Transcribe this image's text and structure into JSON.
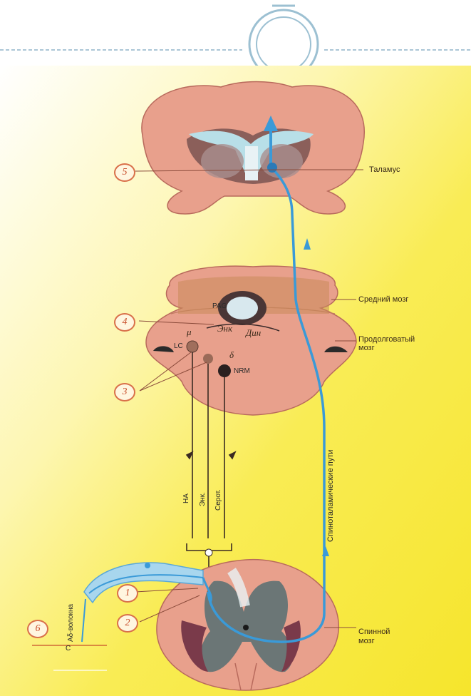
{
  "labels": {
    "thalamus": "Таламус",
    "midbrain": "Средний мозг",
    "medulla_line1": "Продолговатый",
    "medulla_line2": "мозг",
    "spinal_line1": "Спинной",
    "spinal_line2": "мозг",
    "tract": "Спиноталамические пути",
    "pag": "PAG",
    "lc": "LC",
    "nrm": "NRM",
    "enk_italic": "Энк",
    "dinorph_italic": "Дин",
    "mu": "μ",
    "delta": "δ",
    "na": "НА",
    "enk": "Энк.",
    "serot": "Серот.",
    "fibers": "Aδ-волокна",
    "fiber_c": "C"
  },
  "markers": [
    "1",
    "2",
    "3",
    "4",
    "5",
    "6"
  ],
  "colors": {
    "brain_fill": "#e8a08c",
    "brain_dark": "#b86a5c",
    "pathway_blue": "#3a9ad8",
    "marker_orange": "#d9704a",
    "bg_yellow": "#f7ea3a"
  }
}
